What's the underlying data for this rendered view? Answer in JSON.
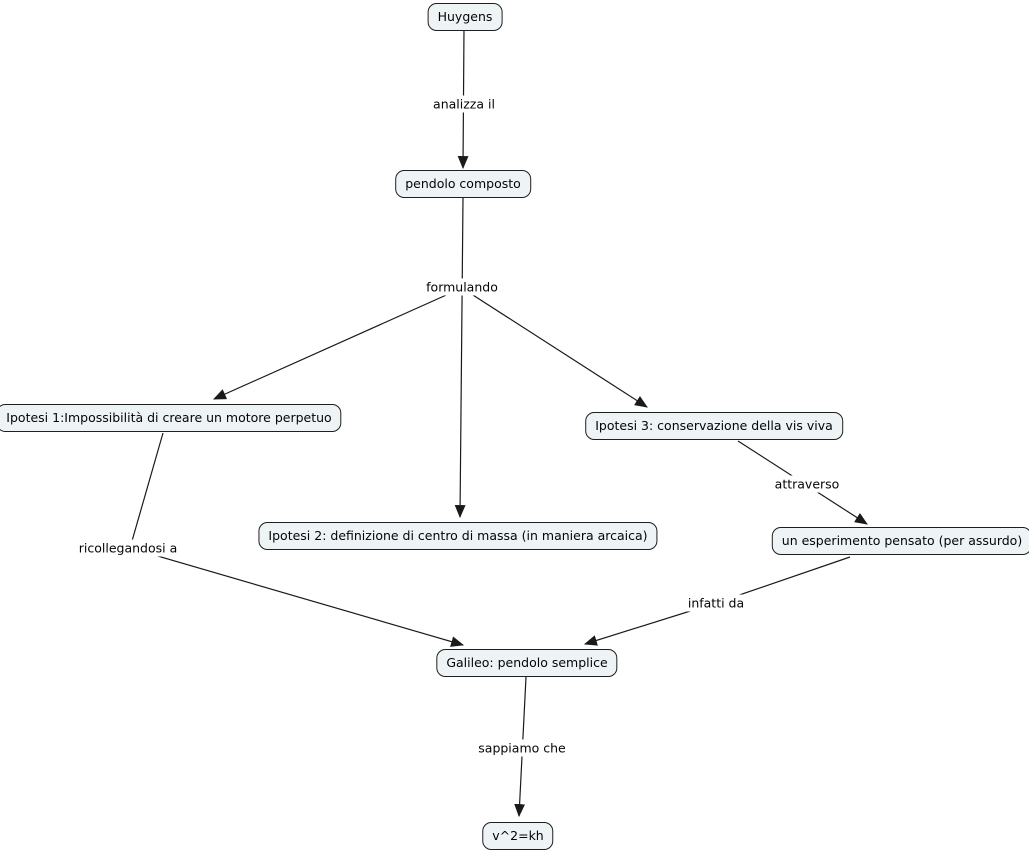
{
  "diagram": {
    "type": "concept-map",
    "nodes": {
      "huygens": {
        "label": "Huygens"
      },
      "pendolo_composto": {
        "label": "pendolo composto"
      },
      "ipotesi_1": {
        "label": "Ipotesi 1:Impossibilità di creare un motore perpetuo"
      },
      "ipotesi_2": {
        "label": "Ipotesi 2: definizione di centro di massa (in maniera arcaica)"
      },
      "ipotesi_3": {
        "label": "Ipotesi 3: conservazione della vis viva"
      },
      "esperimento_pensato": {
        "label": "un esperimento pensato (per assurdo)"
      },
      "galileo_pendolo_semplice": {
        "label": "Galileo: pendolo semplice"
      },
      "formula_v2kh": {
        "label": "v^2=kh"
      }
    },
    "links": {
      "analizza_il": {
        "label": "analizza il",
        "from": "huygens",
        "to": [
          "pendolo_composto"
        ]
      },
      "formulando": {
        "label": "formulando",
        "from": "pendolo_composto",
        "to": [
          "ipotesi_1",
          "ipotesi_2",
          "ipotesi_3"
        ]
      },
      "attraverso": {
        "label": "attraverso",
        "from": "ipotesi_3",
        "to": [
          "esperimento_pensato"
        ]
      },
      "ricollegandosi_a": {
        "label": "ricollegandosi a",
        "from": "ipotesi_1",
        "to": [
          "galileo_pendolo_semplice"
        ]
      },
      "infatti_da": {
        "label": "infatti da",
        "from": "esperimento_pensato",
        "to": [
          "galileo_pendolo_semplice"
        ]
      },
      "sappiamo_che": {
        "label": "sappiamo che",
        "from": "galileo_pendolo_semplice",
        "to": [
          "formula_v2kh"
        ]
      }
    },
    "colors": {
      "canvas_bg": "#ffffff",
      "node_fill": "#eef3f6",
      "node_border": "#1f1f1f",
      "node_text": "#050505",
      "label_text": "#050505",
      "line": "#1a1a1a"
    }
  }
}
